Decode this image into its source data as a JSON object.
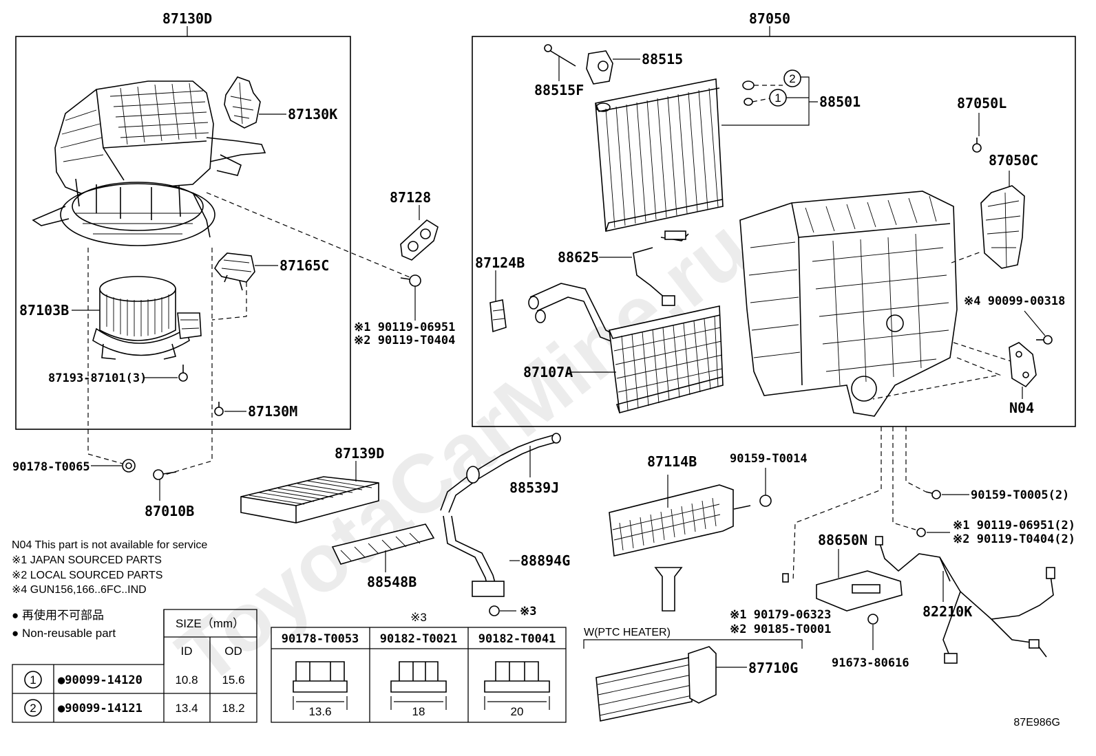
{
  "group_labels": {
    "left_assembly": "87130D",
    "right_assembly": "87050"
  },
  "part_labels": {
    "p87130K": "87130K",
    "p87128": "87128",
    "p87165C": "87165C",
    "p87103B": "87103B",
    "p87193": "87193-87101(3)",
    "p87130M": "87130M",
    "p90178_T0065": "90178-T0065",
    "p87010B": "87010B",
    "p90119_06951": "※1 90119-06951",
    "p90119_T0404": "※2 90119-T0404",
    "p88515": "88515",
    "p88515F": "88515F",
    "p88501": "88501",
    "p87050L": "87050L",
    "p87050C": "87050C",
    "p88625": "88625",
    "p87124B": "87124B",
    "p87107A": "87107A",
    "p90099_00318": "※4 90099-00318",
    "pN04": "N04",
    "p87139D": "87139D",
    "p88539J": "88539J",
    "p88548B": "88548B",
    "p88894G": "88894G",
    "p_note3": "※3",
    "p87114B": "87114B",
    "p90159_T0014": "90159-T0014",
    "p90159_T0005": "90159-T0005(2)",
    "p90119_06951_2": "※1 90119-06951(2)",
    "p90119_T0404_2": "※2 90119-T0404(2)",
    "p88650N": "88650N",
    "p82210K": "82210K",
    "p90179_06323": "※1 90179-06323",
    "p90185_T0001": "※2 90185-T0001",
    "p91673_80616": "91673-80616",
    "p87710G": "87710G",
    "w_ptc_heater": "W(PTC HEATER)",
    "circle_1": "1",
    "circle_2": "2"
  },
  "notes": {
    "n04": "N04  This part is not available for service",
    "n1": "※1 JAPAN SOURCED PARTS",
    "n2": "※2 LOCAL SOURCED PARTS",
    "n4": "※4 GUN156,166..6FC..IND"
  },
  "seal_table": {
    "legend_jp": "● 再使用不可部品",
    "legend_en": "● Non-reusable part",
    "size_header": "SIZE（mm）",
    "col_id": "ID",
    "col_od": "OD",
    "rows": [
      {
        "mark": "1",
        "part": "●90099-14120",
        "id": "10.8",
        "od": "15.6"
      },
      {
        "mark": "2",
        "part": "●90099-14121",
        "id": "13.4",
        "od": "18.2"
      }
    ]
  },
  "nut_table": {
    "note_mark": "※3",
    "columns": [
      {
        "part": "90178-T0053",
        "size": "13.6"
      },
      {
        "part": "90182-T0021",
        "size": "18"
      },
      {
        "part": "90182-T0041",
        "size": "20"
      }
    ]
  },
  "diagram_code": "87E986G",
  "watermark": "ToyotaCarMine.ru"
}
